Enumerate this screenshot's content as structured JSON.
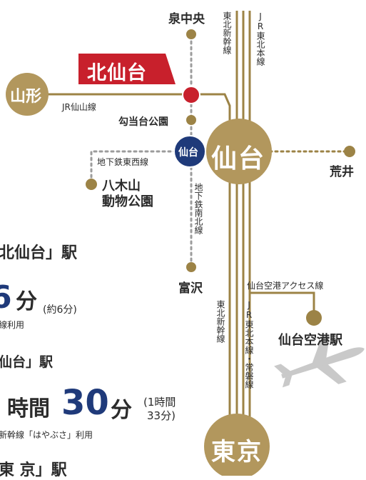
{
  "colors": {
    "line_gold": "#9c8346",
    "subway_gray": "#8e8e8e",
    "station_gold": "#9c8346",
    "highlight_red": "#c8202c",
    "sendai_circle": "#b2975d",
    "subway_sendai_blue": "#1f3a7a",
    "text_dark": "#2b2b2b",
    "time_blue": "#1f3a7a",
    "plane_gray": "#c9c9c9"
  },
  "stations": {
    "izumichuo": "泉中央",
    "yamagata": "山形",
    "kitasendai": "北仙台",
    "koutoudai": "勾当台公園",
    "sendai_subway": "仙台",
    "sendai": "仙台",
    "yagiyama_l1": "八木山",
    "yagiyama_l2": "動物公園",
    "arai": "荒井",
    "tomizawa": "富沢",
    "sendai_airport": "仙台空港駅",
    "tokyo": "東京"
  },
  "lines": {
    "tohoku_shinkansen_top": "東北新幹線",
    "jr_tohoku_top": "JR東北本線",
    "jr_senzan": "JR仙山線",
    "tozai": "地下鉄東西線",
    "nanboku": "地下鉄南北線",
    "airport_access": "仙台空港アクセス線",
    "tohoku_shinkansen_bottom": "東北新幹線",
    "jr_tohoku_joban_bottom": "JR東北本線・常磐線"
  },
  "info": {
    "route1_title": "北仙台」駅",
    "route1_minutes_partial": "6",
    "route1_unit": "分",
    "route1_approx": "(約6分)",
    "route1_note": "線利用",
    "route2_title": "仙台」駅",
    "route2_hours_unit": "時間",
    "route2_minutes": "30",
    "route2_minutes_unit": "分",
    "route2_approx_l1": "(1時間",
    "route2_approx_l2": "33分)",
    "route2_note": "新幹線「はやぶさ」利用",
    "route3_title": "東 京」駅"
  },
  "icons": [
    "airplane-icon"
  ]
}
